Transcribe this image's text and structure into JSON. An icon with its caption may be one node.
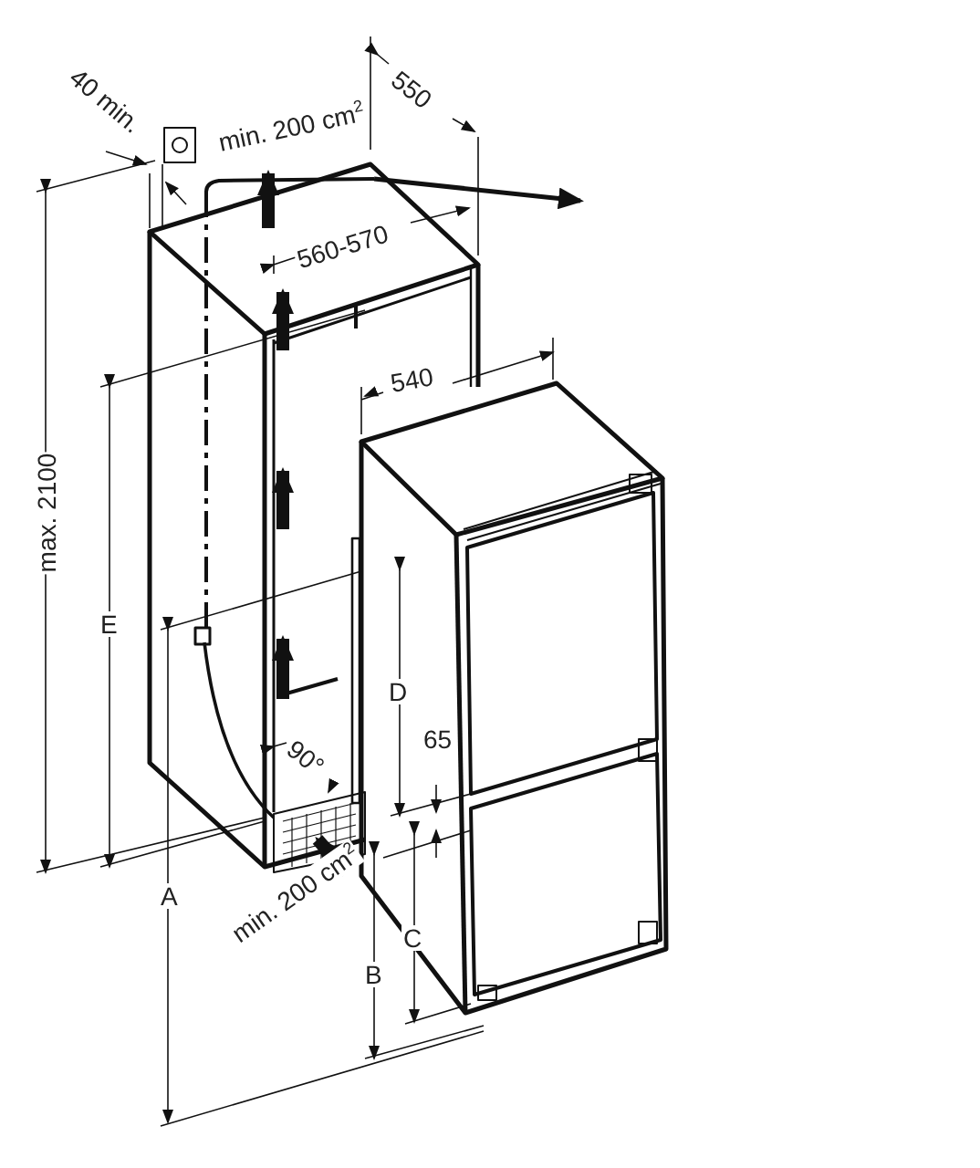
{
  "diagram": {
    "labels": [
      "40 min.",
      "min. 200 cm$^{2}$",
      "550",
      "560-570",
      "540",
      "max. 2100",
      "E",
      "D",
      "65",
      "90°",
      "A",
      "C",
      "min. 200 cm$^{2}$",
      "B"
    ]
  }
}
